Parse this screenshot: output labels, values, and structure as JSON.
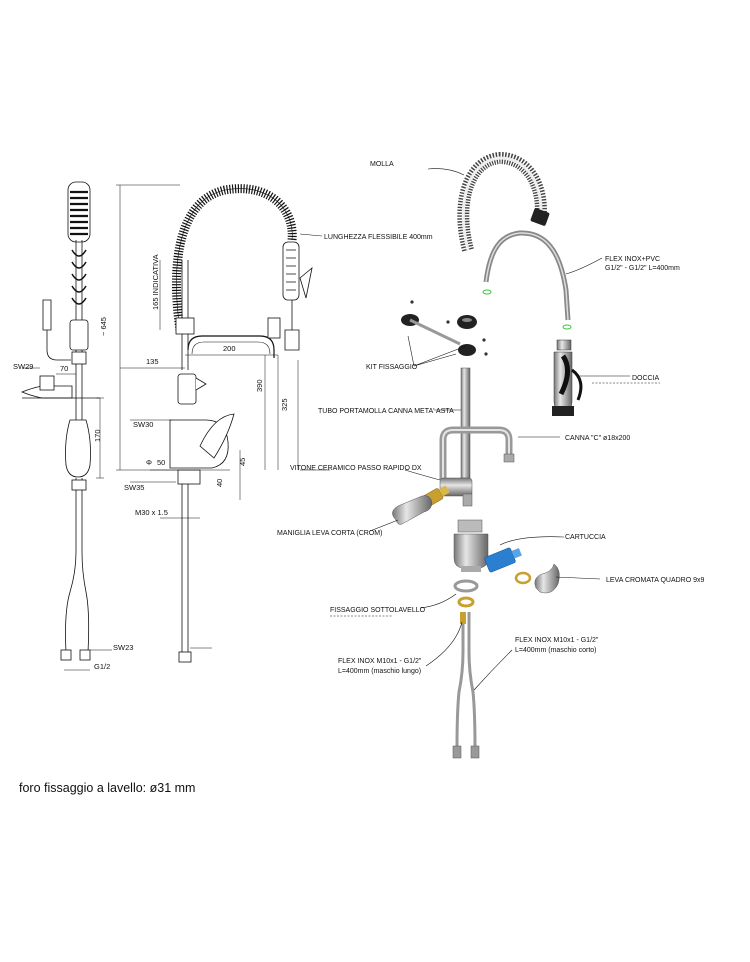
{
  "technical_drawing": {
    "dimensions": {
      "d645": "~ 645",
      "d165": "165 INDICATIVA",
      "d135": "135",
      "d200": "200",
      "d390": "390",
      "d325": "325",
      "d70": "70",
      "d170": "170",
      "d50": "50",
      "d45": "45",
      "d40": "40",
      "phi": "Φ",
      "sw29": "SW29",
      "sw30": "SW30",
      "sw35": "SW35",
      "sw23": "SW23",
      "m30": "M30 x 1.5",
      "g12": "G1/2"
    }
  },
  "exploded_view": {
    "labels": {
      "molla": "MOLLA",
      "lunghezza": "LUNGHEZZA FLESSIBILE 400mm",
      "flex_pvc_1": "FLEX INOX+PVC",
      "flex_pvc_2": "G1/2\" - G1/2\" L=400mm",
      "kit": "KIT FISSAGGIO",
      "doccia": "DOCCIA",
      "tubo": "TUBO PORTAMOLLA CANNA META' ASTA",
      "canna": "CANNA \"C\" ø18x200",
      "vitone": "VITONE CERAMICO PASSO RAPIDO DX",
      "maniglia": "MANIGLIA LEVA CORTA (CROM)",
      "cartuccia": "CARTUCCIA",
      "leva": "LEVA CROMATA QUADRO 9x9",
      "fissaggio": "FISSAGGIO SOTTOLAVELLO",
      "flex_long_1": "FLEX INOX M10x1 - G1/2\"",
      "flex_long_2": "L=400mm (maschio lungo)",
      "flex_short_1": "FLEX INOX M10x1 - G1/2\"",
      "flex_short_2": "L=400mm (maschio corto)"
    }
  },
  "caption": "foro fissaggio a lavello: ø31 mm"
}
